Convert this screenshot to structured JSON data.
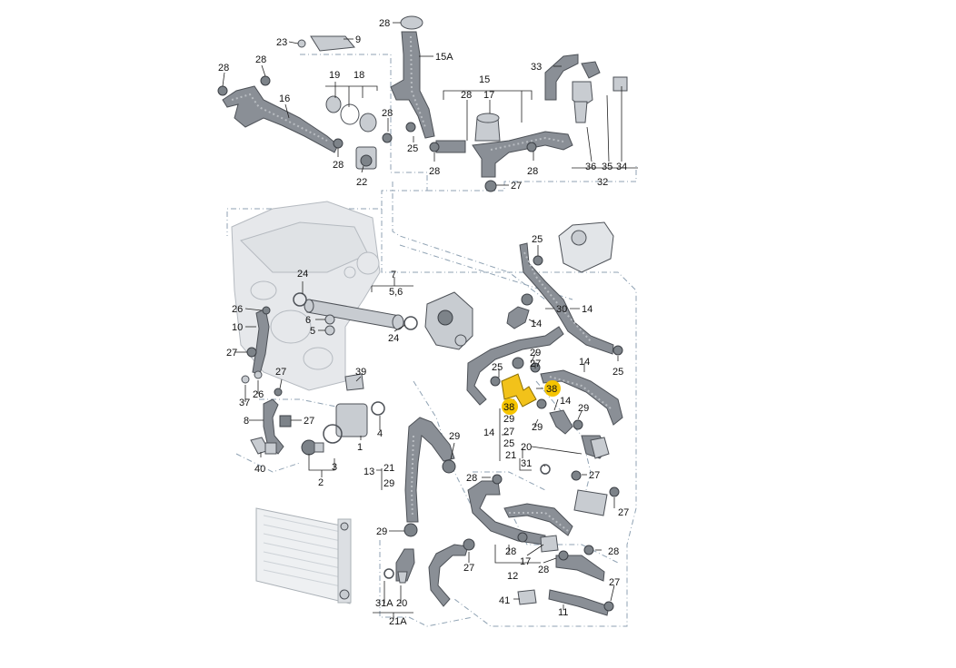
{
  "callouts": {
    "l28_top": "28",
    "l23": "23",
    "l9": "9",
    "l15a": "15A",
    "l28_a": "28",
    "l28_b": "28",
    "l19": "19",
    "l18": "18",
    "l16": "16",
    "l15": "15",
    "l28_c": "28",
    "l17": "17",
    "l33": "33",
    "l28_d": "28",
    "l25_a": "25",
    "l28_e": "28",
    "l22": "22",
    "l28_f": "28",
    "l28_g": "28",
    "l27_top": "27",
    "l36": "36",
    "l35": "35",
    "l34": "34",
    "l32": "32",
    "l25_b": "25",
    "l24_a": "24",
    "l7": "7",
    "l56": "5,6",
    "l26_a": "26",
    "l10": "10",
    "l6": "6",
    "l5": "5",
    "l24_b": "24",
    "l30": "30",
    "l14_a": "14",
    "l14_b": "14",
    "l27_a": "27",
    "l29_a": "29",
    "l25_c": "25",
    "l27_b": "27",
    "l14_c": "14",
    "l25_d": "25",
    "l37": "37",
    "l26_b": "26",
    "l27_c": "27",
    "l39": "39",
    "l38_a": "38",
    "l38_b": "38",
    "l14_d": "14",
    "l29_b": "29",
    "l29_c": "29",
    "l8": "8",
    "l27_d": "27",
    "l29_d": "29",
    "l14_e": "14",
    "l27_e": "27",
    "l25_e": "25",
    "l21_a": "21",
    "l20_a": "20",
    "l4": "4",
    "l1": "1",
    "l29_e": "29",
    "l40": "40",
    "l3": "3",
    "l13": "13",
    "l21_b": "21",
    "l29_f": "29",
    "l31": "31",
    "l27_f": "27",
    "l2": "2",
    "l28_h": "28",
    "l27_g": "27",
    "l29_g": "29",
    "l28_i": "28",
    "l28_j": "28",
    "l17_b": "17",
    "l28_k": "28",
    "l27_h": "27",
    "l12": "12",
    "l27_i": "27",
    "l41": "41",
    "l31a": "31A",
    "l20_b": "20",
    "l21a": "21A",
    "l11": "11"
  },
  "colors": {
    "highlight": "#f5c400",
    "hose": "#8a8f96",
    "dash_line": "#8fa2b3"
  }
}
